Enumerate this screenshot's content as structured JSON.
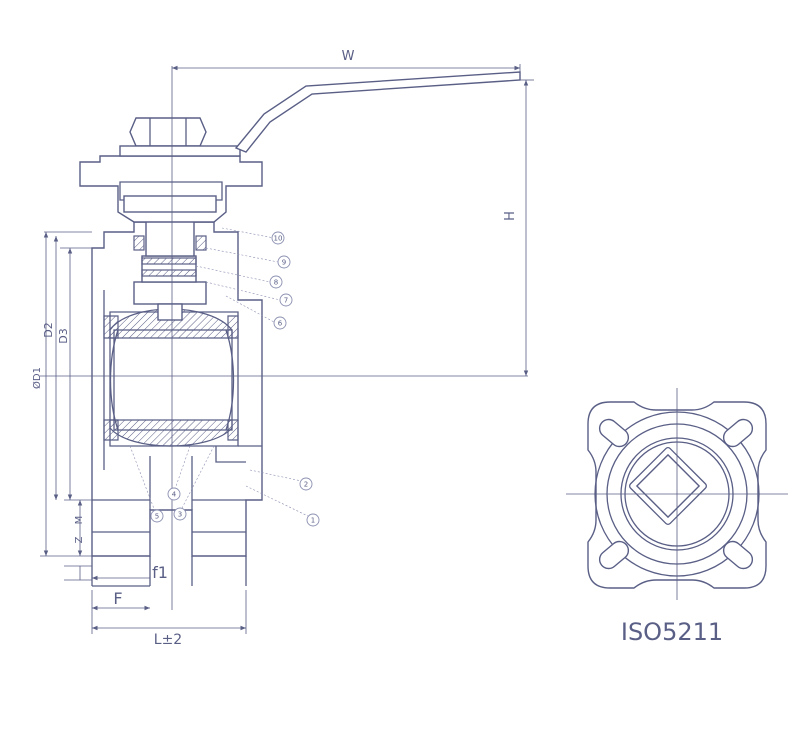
{
  "colors": {
    "line": "#5a5f86",
    "background": "#ffffff"
  },
  "dimensions": {
    "w": "W",
    "h": "H",
    "d2": "D2",
    "d3": "D3",
    "d1": "ØD1",
    "z": "Z",
    "m": "M",
    "f1": "f1",
    "f": "F",
    "l": "L±2"
  },
  "callouts": [
    "1",
    "2",
    "3",
    "4",
    "5",
    "6",
    "7",
    "8",
    "9",
    "10"
  ],
  "iso_label": "ISO5211"
}
